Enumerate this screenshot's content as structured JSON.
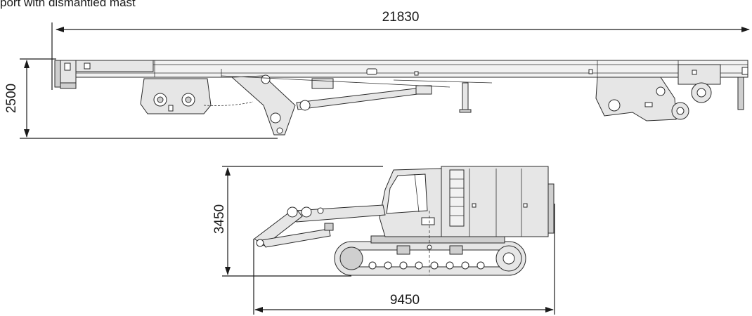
{
  "header": {
    "title": "port with dismantled mast"
  },
  "dimensions": {
    "transport_length": "21830",
    "transport_height": "2500",
    "base_height": "3450",
    "base_length": "9450"
  },
  "colors": {
    "line": "#1a1a1a",
    "fill": "#e6e6e6",
    "background": "#ffffff"
  }
}
